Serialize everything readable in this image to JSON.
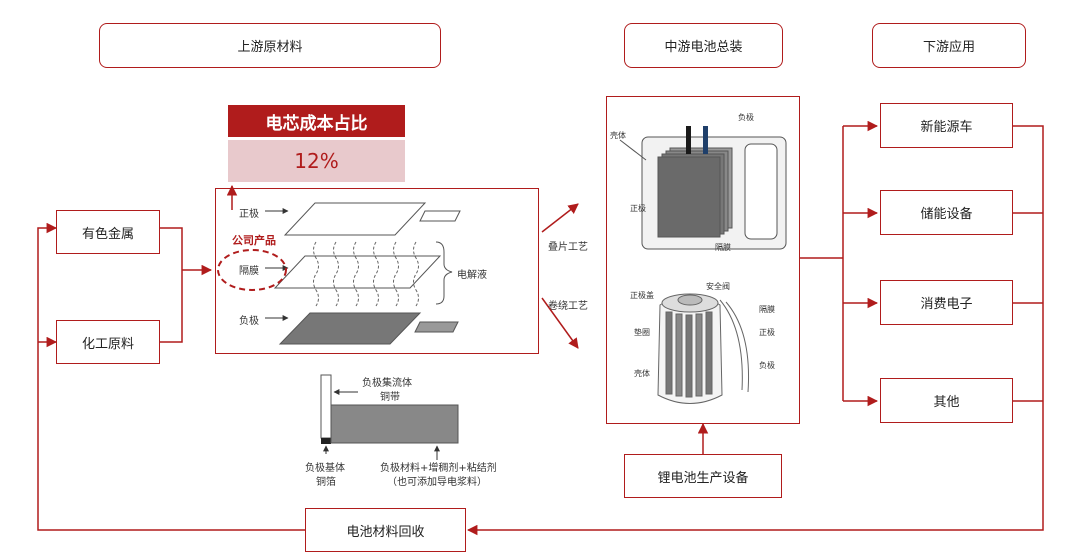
{
  "headers": {
    "upstream": "上游原材料",
    "midstream": "中游电池总装",
    "downstream": "下游应用"
  },
  "raw_materials": [
    "有色金属",
    "化工原料"
  ],
  "cost_share": {
    "title": "电芯成本占比",
    "value": "12%"
  },
  "cell_diagram": {
    "company_product": "公司产品",
    "positive": "正极",
    "separator": "隔膜",
    "negative": "负极",
    "electrolyte": "电解液"
  },
  "processes": {
    "stacking": "叠片工艺",
    "winding": "卷绕工艺"
  },
  "anode_detail": {
    "collector": "负极集流体",
    "copper_strip": "铜带",
    "substrate": "负极基体",
    "copper_foil": "铜箔",
    "material": "负极材料+增稠剂+粘结剂",
    "material_note": "（也可添加导电浆料）"
  },
  "pouch_labels": {
    "shell": "壳体",
    "negative": "负极",
    "positive": "正极",
    "separator": "隔膜"
  },
  "cyl_labels": {
    "positive_cap": "正极盖",
    "safety_valve": "安全阀",
    "gasket": "垫圈",
    "separator": "隔膜",
    "positive": "正极",
    "shell": "壳体",
    "negative": "负极"
  },
  "equipment": "锂电池生产设备",
  "applications": [
    "新能源车",
    "储能设备",
    "消费电子",
    "其他"
  ],
  "recycle": "电池材料回收",
  "colors": {
    "accent": "#b01c1c",
    "cost_bg": "#e8c9cc"
  }
}
